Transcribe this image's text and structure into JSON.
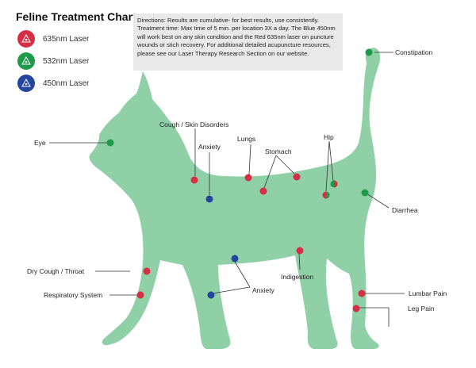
{
  "title": "Feline Treatment Chart",
  "legend": [
    {
      "label": "635nm Laser",
      "color": "#d62e45",
      "icon": "laser-symbol-icon"
    },
    {
      "label": "532nm Laser",
      "color": "#1e9a4b",
      "icon": "laser-symbol-icon"
    },
    {
      "label": "450nm Laser",
      "color": "#23459c",
      "icon": "laser-symbol-icon"
    }
  ],
  "directions": "Directions: Results are cumulative- for best results, use consistently. Treatment time: Max time of 5 min. per location 3X a day.  The Blue 450nm will work best on any skin condition and the Red 635nm laser on puncture wounds or stich recovery.  For additional detailed acupuncture resources, please see our Laser Therapy Research Section on our website.",
  "colors": {
    "cat_body": "#8fd0a6",
    "red": "#d62e45",
    "green": "#1e9a4b",
    "blue": "#23459c"
  },
  "labels": {
    "constipation": "Constipation",
    "eye": "Eye",
    "cough_skin": "Cough / Skin Disorders",
    "anxiety_top": "Anxiety",
    "lungs": "Lungs",
    "stomach": "Stomach",
    "hip": "Hip",
    "diarrhea": "Diarrhea",
    "dry_cough": "Dry Cough / Throat",
    "respiratory": "Respiratory System",
    "anxiety_bottom": "Anxiety",
    "indigestion": "Indigestion",
    "lumbar_pain": "Lumbar Pain",
    "leg_pain": "Leg Pain"
  }
}
